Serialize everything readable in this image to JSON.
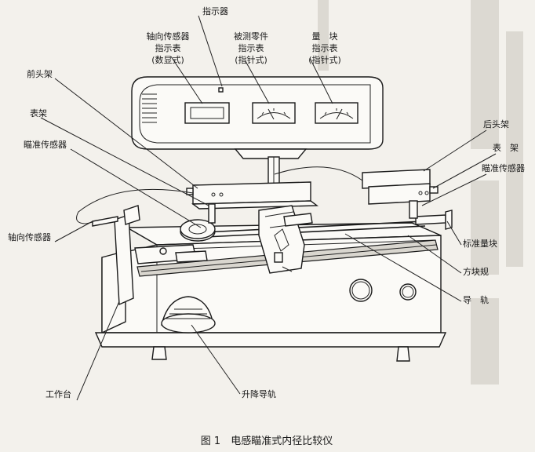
{
  "labels": {
    "indicator": "指示器",
    "axial_display_l1": "轴向传感器",
    "axial_display_l2": "指示表",
    "axial_display_l3": "(数显式)",
    "part_display_l1": "被测零件",
    "part_display_l2": "指示表",
    "part_display_l3": "(指针式)",
    "gauge_block_display_l1": "量　块",
    "gauge_block_display_l2": "指示表",
    "gauge_block_display_l3": "(指针式)",
    "front_head": "前头架",
    "gauge_frame_left": "表架",
    "aim_sensor_left": "瞄准传感器",
    "axial_sensor": "轴向传感器",
    "worktable": "工作台",
    "lift_rail": "升降导轨",
    "rear_head": "后头架",
    "gauge_frame_right": "表　架",
    "aim_sensor_right": "瞄准传感器",
    "std_gauge_block": "标准量块",
    "square_block_gauge": "方块规",
    "guide_rail": "导　轨"
  },
  "caption": "图 1　电感瞄准式内径比较仪"
}
